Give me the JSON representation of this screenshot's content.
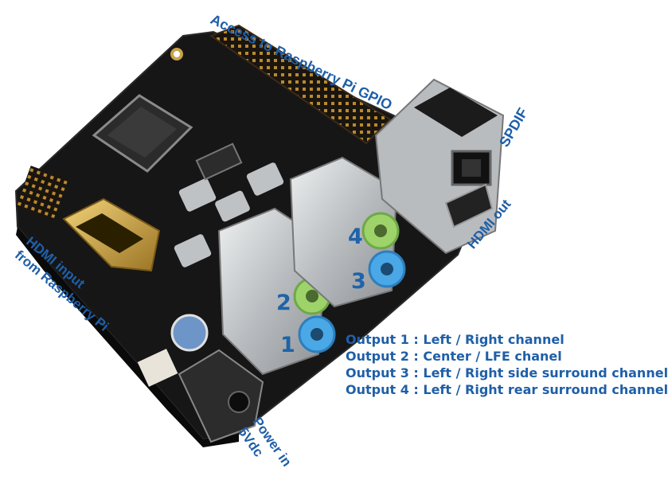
{
  "labels": {
    "gpio": "Access to Raspberry Pi GPIO",
    "spdif": "SPDIF",
    "hdmi_out": "HDMI out",
    "hdmi_input_line1": "HDMI input",
    "hdmi_input_line2": "from Raspberry Pi",
    "power_line1": "Power in",
    "power_line2": "5Vdc"
  },
  "jack_numbers": [
    "1",
    "2",
    "3",
    "4"
  ],
  "outputs": [
    "Output 1 : Left / Right channel",
    "Output 2 : Center / LFE chanel",
    "Output 3 : Left / Right side surround channel",
    "Output 4 : Left / Right rear surround channel"
  ],
  "colors": {
    "label_blue": "#1f5fa8",
    "pcb_black": "#141414",
    "jack_green": "#9ed36a",
    "jack_blue": "#4aa8e6",
    "metal": "#c9ccce",
    "gold": "#c8a24a"
  }
}
